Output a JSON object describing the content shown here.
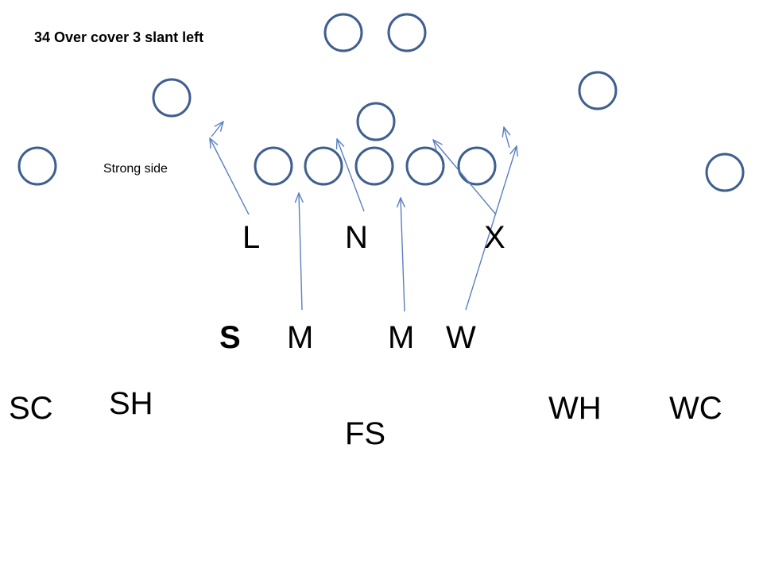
{
  "title": "34 Over cover 3 slant left",
  "strong_side_label": "Strong side",
  "colors": {
    "player_circle": "#3f5f8f",
    "route_arrow": "#5b7fbf",
    "text": "#000000"
  },
  "defense": {
    "line": [
      "L",
      "N",
      "X"
    ],
    "linebackers": [
      "S",
      "M",
      "M",
      "W"
    ],
    "secondary": [
      "SC",
      "SH",
      "FS",
      "WH",
      "WC"
    ]
  }
}
